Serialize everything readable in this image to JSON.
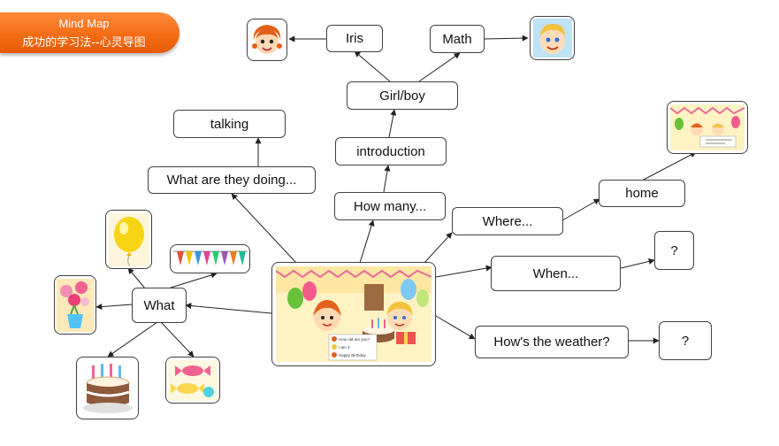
{
  "banner": {
    "title": "Mind Map",
    "subtitle": "成功的学习法--心灵导图"
  },
  "nodes": {
    "iris": "Iris",
    "math": "Math",
    "girl_boy": "Girl/boy",
    "introduction": "introduction",
    "how_many": "How many...",
    "talking": "talking",
    "what_doing": "What are they doing...",
    "where": "Where...",
    "home": "home",
    "when": "When...",
    "when_answer": "?",
    "weather": "How's the weather?",
    "weather_answer": "?",
    "what": "What"
  },
  "center_card": {
    "bubble1": "How old are you?",
    "bubble2": "I am 4.",
    "bubble3": "Happy Birthday"
  },
  "colors": {
    "banner": "#f26a12",
    "line": "#222222",
    "border": "#404040"
  }
}
